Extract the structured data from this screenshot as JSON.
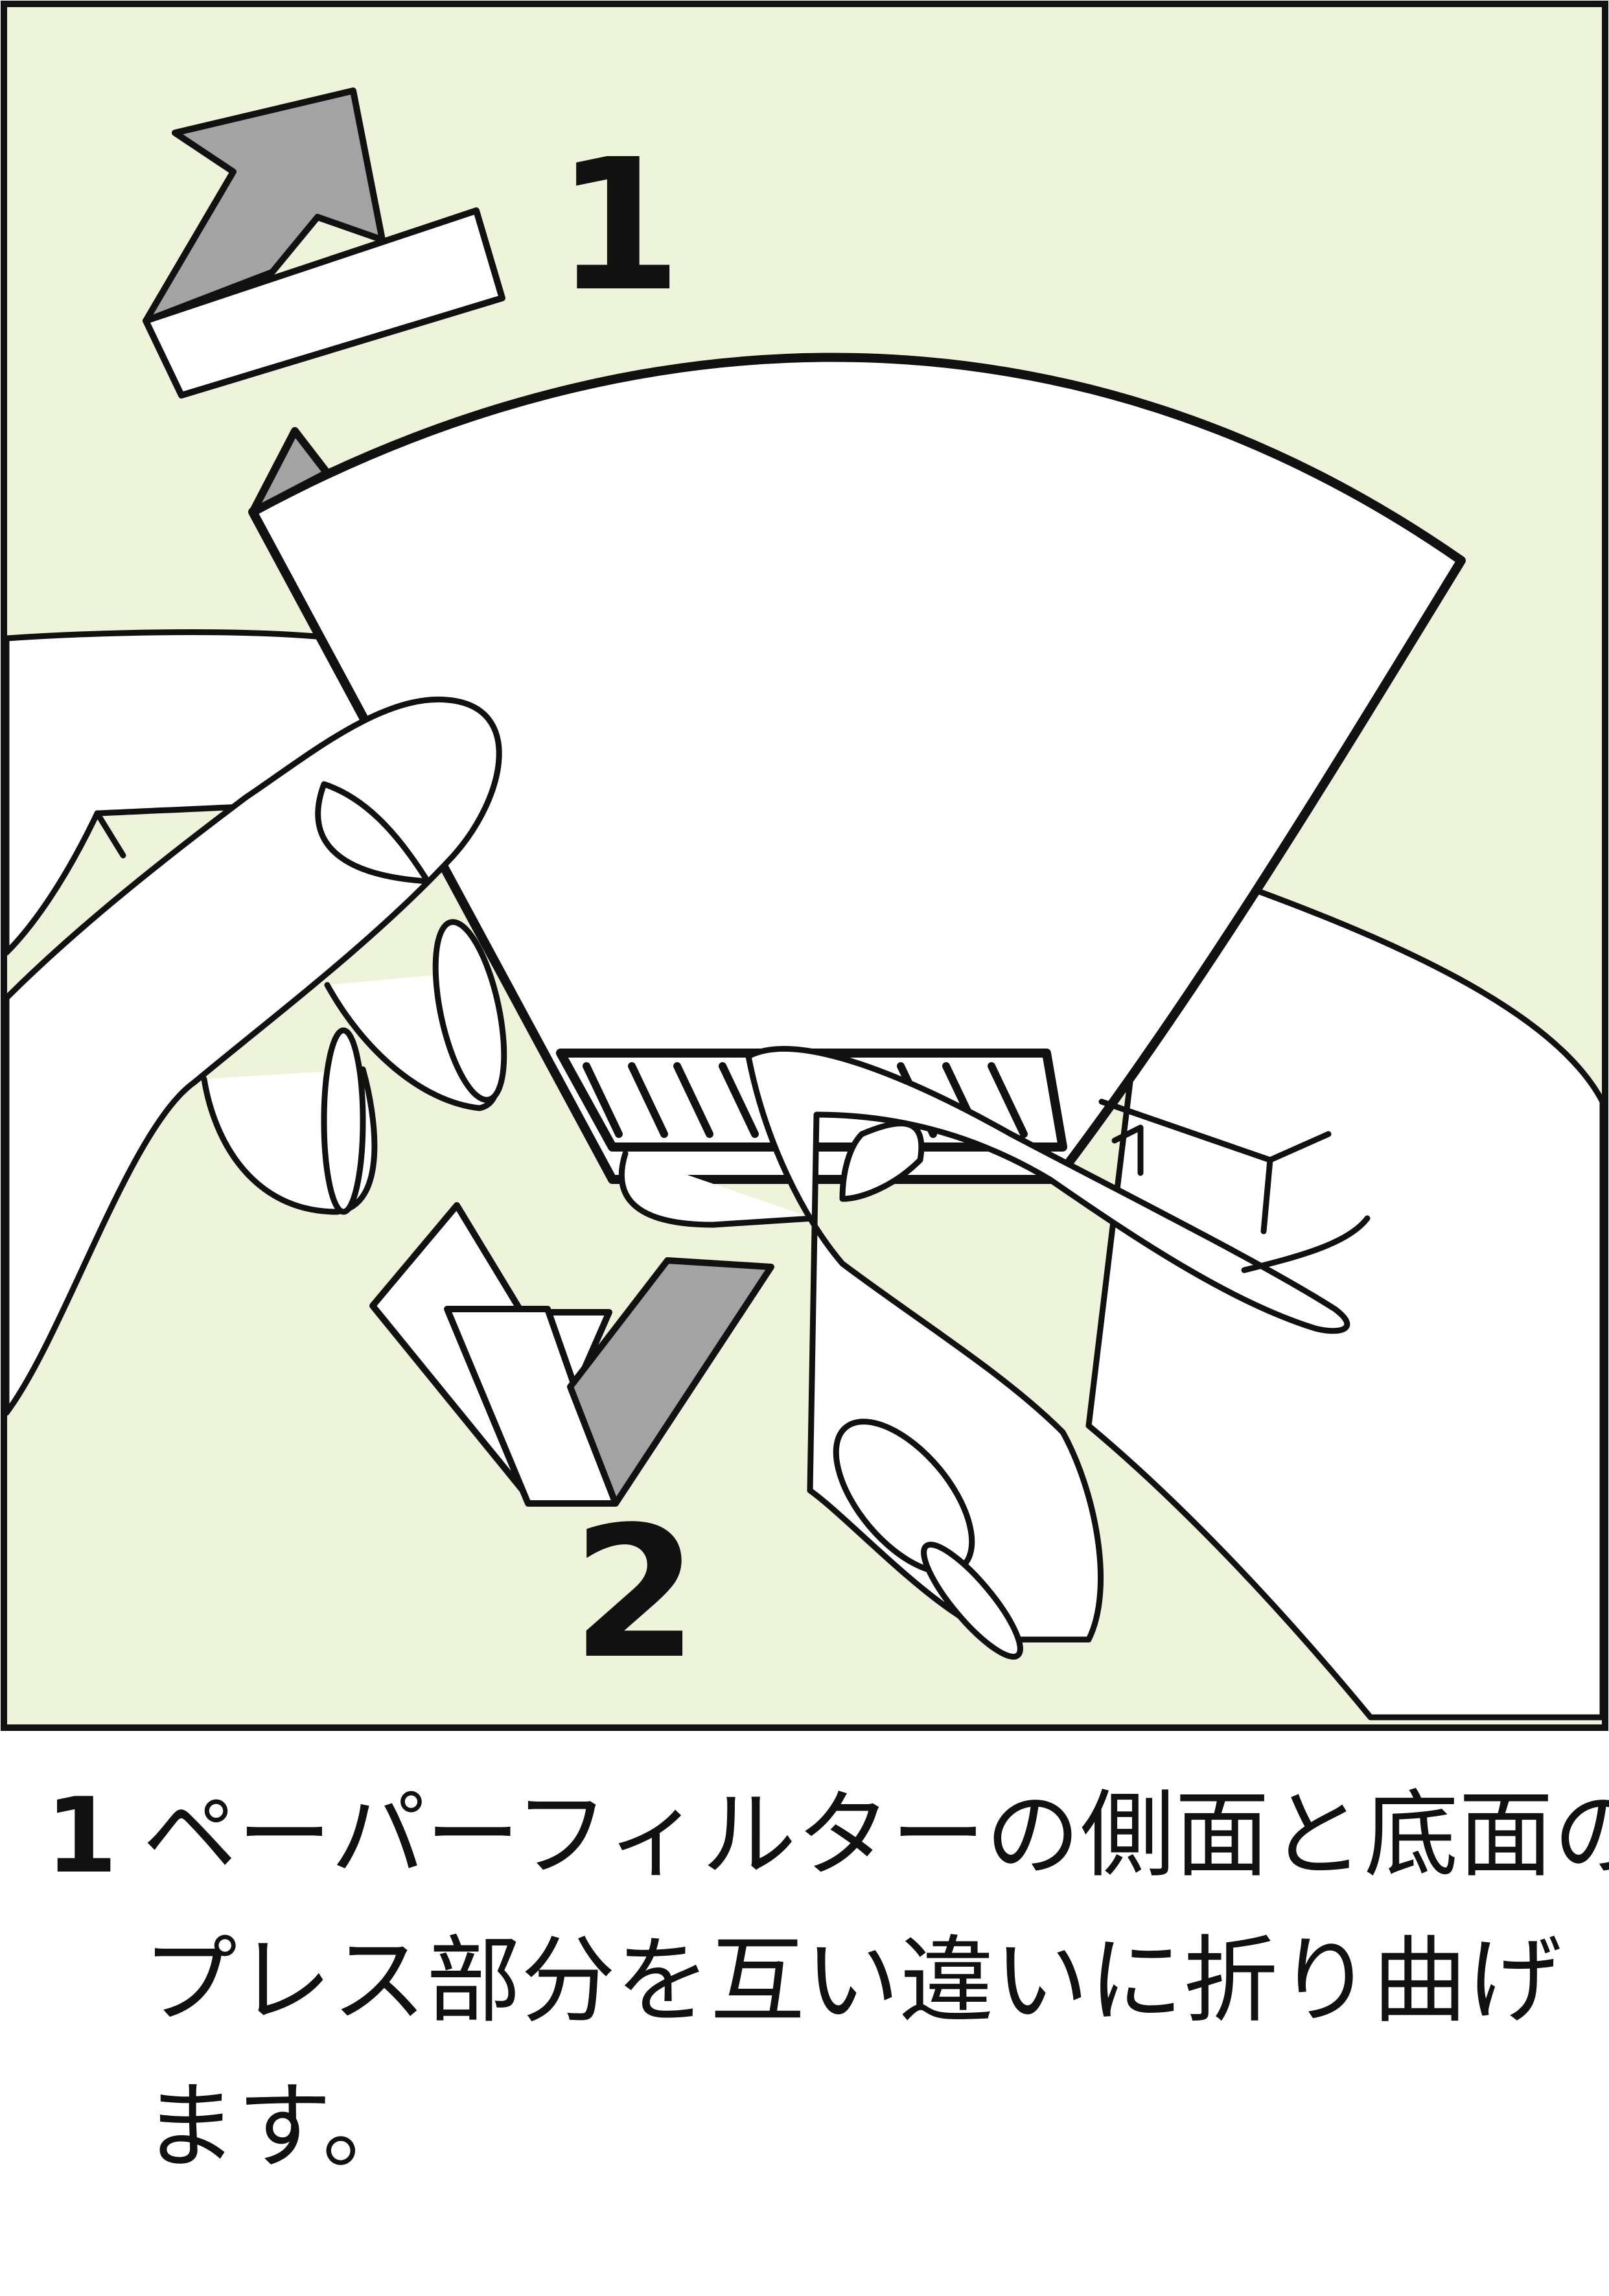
{
  "colors": {
    "background": "#eef4da",
    "ink": "#111111",
    "arrow_gray": "#a3a3a3",
    "paper": "#ffffff"
  },
  "figure": {
    "marker_1": "1",
    "marker_2": "2"
  },
  "instruction": {
    "number": "1",
    "lines": [
      "ペーパーフィルターの側面と底面の",
      "プレス部分を互い違いに折り曲げ",
      "ます。"
    ]
  }
}
